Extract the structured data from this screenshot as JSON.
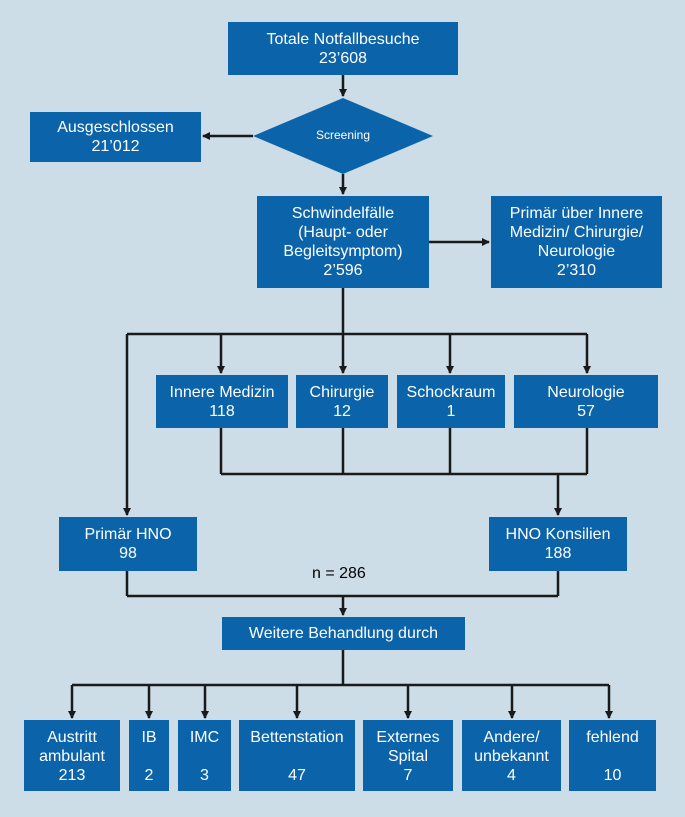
{
  "nodes": {
    "total": [
      "Totale Notfallbesuche",
      "23’608"
    ],
    "screening": "Screening",
    "excluded": [
      "Ausgeschlossen",
      "21’012"
    ],
    "vertigo": [
      "Schwindelfälle",
      "(Haupt- oder",
      "Begleitsymptom)",
      "2’596"
    ],
    "primary_other": [
      "Primär über Innere",
      "Medizin/ Chirurgie/",
      "Neurologie",
      "2’310"
    ],
    "innere": [
      "Innere Medizin",
      "118"
    ],
    "chirurgie": [
      "Chirurgie",
      "12"
    ],
    "schockraum": [
      "Schockraum",
      "1"
    ],
    "neurologie": [
      "Neurologie",
      "57"
    ],
    "primary_hno": [
      "Primär HNO",
      "98"
    ],
    "hno_consults": [
      "HNO Konsilien",
      "188"
    ],
    "n_total": "n = 286",
    "further": "Weitere Behandlung durch",
    "ambulant": [
      "Austritt",
      "ambulant",
      "213"
    ],
    "ib": [
      "IB",
      "",
      "2"
    ],
    "imc": [
      "IMC",
      "",
      "3"
    ],
    "ward": [
      "Bettenstation",
      "",
      "47"
    ],
    "external": [
      "Externes",
      "Spital",
      "7"
    ],
    "other": [
      "Andere/",
      "unbekannt",
      "4"
    ],
    "missing": [
      "fehlend",
      "",
      "10"
    ]
  },
  "colors": {
    "box": "#0b64aa",
    "background": "#ccdde8",
    "line": "#1a1a1a"
  }
}
